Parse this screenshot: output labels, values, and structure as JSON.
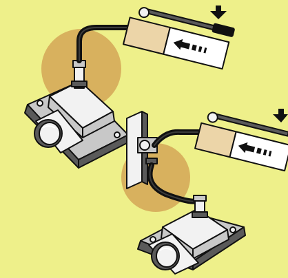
{
  "colors": {
    "background": "#eef08a",
    "halo": "#d8b15e",
    "lever_body": "#ecd5a8",
    "label_panel": "#ffffff",
    "outline": "#111111",
    "metal_light": "#f2f2f2",
    "metal_mid": "#c8c8c8",
    "metal_dark": "#5a5a5a"
  },
  "icons": {
    "push_down": "arrow-down-icon",
    "dashed_left": "dashed-arrow-left-icon"
  },
  "assemblies": [
    {
      "id": "upper",
      "hose_route": "direct",
      "bracket": "none"
    },
    {
      "id": "lower",
      "hose_route": "via-wall-bracket",
      "bracket": "wall-mounted"
    }
  ]
}
